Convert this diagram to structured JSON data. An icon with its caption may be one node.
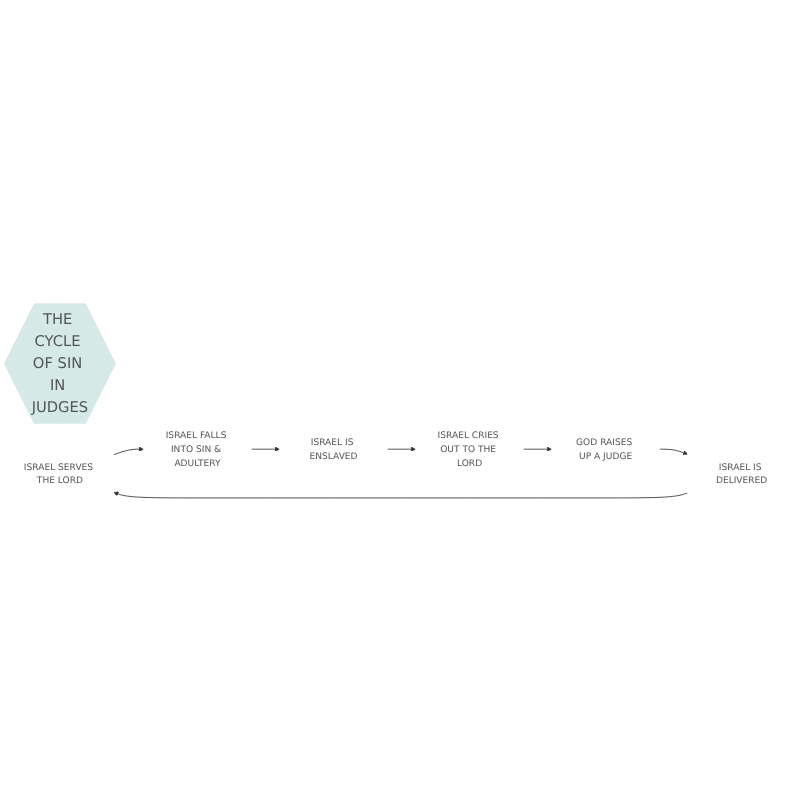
{
  "diagram": {
    "nodes": [
      {
        "text": [
          "THE CYCLE OF SIN IN JUDGES"
        ]
      },
      {
        "text": [
          "ISRAEL SERVES THE LORD"
        ]
      },
      {
        "text": [
          "ISRAEL FALLS INTO SIN & ADULTERY"
        ]
      },
      {
        "text": [
          "ISRAEL IS ENSLAVED"
        ]
      },
      {
        "text": [
          "ISRAEL CRIES OUT TO THE LORD"
        ]
      },
      {
        "text": [
          "GOD RAISES UP A JUDGE"
        ]
      },
      {
        "text": [
          "ISRAEL IS DELIVERED"
        ]
      }
    ],
    "edges": [
      {
        "from": 1,
        "to": 2,
        "arrow": "to"
      },
      {
        "from": 2,
        "to": 3,
        "arrow": "to"
      },
      {
        "from": 3,
        "to": 4,
        "arrow": "to"
      },
      {
        "from": 4,
        "to": 5,
        "arrow": "to"
      },
      {
        "from": 5,
        "to": 6,
        "arrow": "to"
      },
      {
        "from": 6,
        "to": 1,
        "arrow": "to"
      }
    ]
  }
}
